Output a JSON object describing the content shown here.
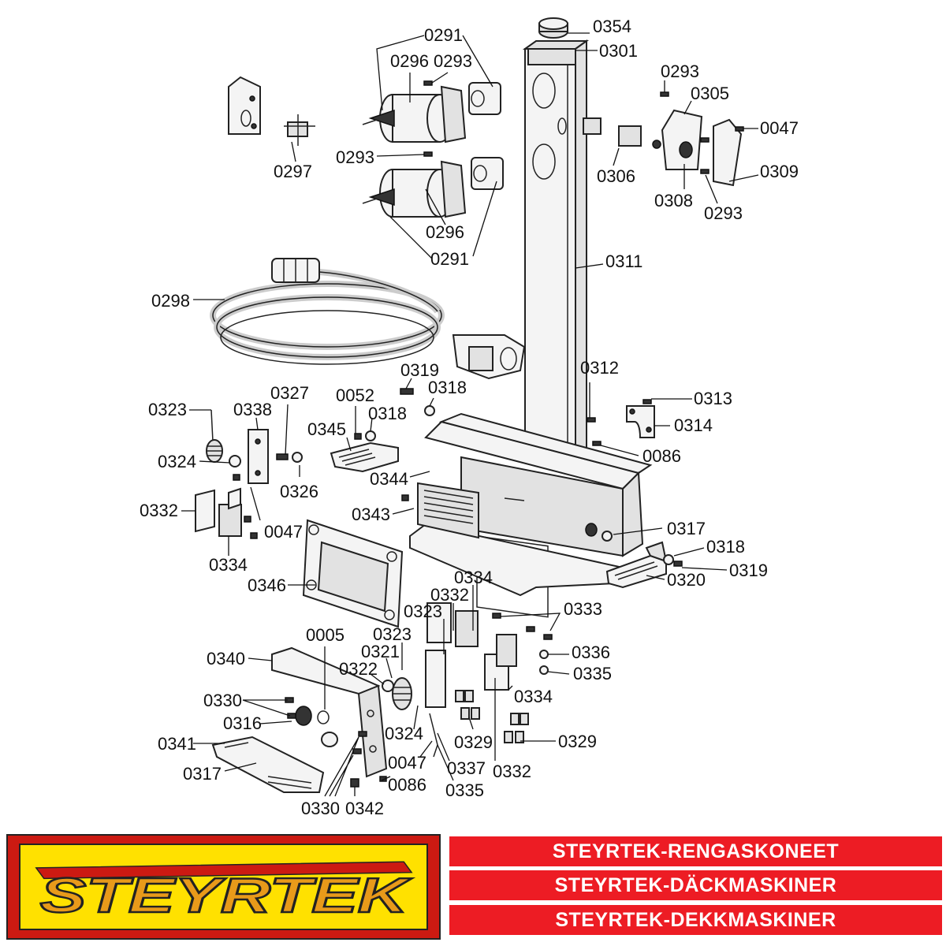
{
  "labels": [
    {
      "id": "0354",
      "text": "0354"
    },
    {
      "id": "0301",
      "text": "0301"
    },
    {
      "id": "0291-top",
      "text": "0291"
    },
    {
      "id": "0296-top",
      "text": "0296"
    },
    {
      "id": "0293-a",
      "text": "0293"
    },
    {
      "id": "0293-b",
      "text": "0293"
    },
    {
      "id": "0305",
      "text": "0305"
    },
    {
      "id": "0047-a",
      "text": "0047"
    },
    {
      "id": "0309",
      "text": "0309"
    },
    {
      "id": "0306",
      "text": "0306"
    },
    {
      "id": "0308",
      "text": "0308"
    },
    {
      "id": "0293-c",
      "text": "0293"
    },
    {
      "id": "0297",
      "text": "0297"
    },
    {
      "id": "0293-d",
      "text": "0293"
    },
    {
      "id": "0296-bottom",
      "text": "0296"
    },
    {
      "id": "0291-bottom",
      "text": "0291"
    },
    {
      "id": "0311",
      "text": "0311"
    },
    {
      "id": "0298",
      "text": "0298"
    },
    {
      "id": "0312",
      "text": "0312"
    },
    {
      "id": "0319-a",
      "text": "0319"
    },
    {
      "id": "0318-a",
      "text": "0318"
    },
    {
      "id": "0313",
      "text": "0313"
    },
    {
      "id": "0052",
      "text": "0052"
    },
    {
      "id": "0318-b",
      "text": "0318"
    },
    {
      "id": "0327",
      "text": "0327"
    },
    {
      "id": "0323-a",
      "text": "0323"
    },
    {
      "id": "0338",
      "text": "0338"
    },
    {
      "id": "0314",
      "text": "0314"
    },
    {
      "id": "0345",
      "text": "0345"
    },
    {
      "id": "0086-a",
      "text": "0086"
    },
    {
      "id": "0324-a",
      "text": "0324"
    },
    {
      "id": "0344",
      "text": "0344"
    },
    {
      "id": "0326",
      "text": "0326"
    },
    {
      "id": "0332-a",
      "text": "0332"
    },
    {
      "id": "0343",
      "text": "0343"
    },
    {
      "id": "0317-a",
      "text": "0317"
    },
    {
      "id": "0047-b",
      "text": "0047"
    },
    {
      "id": "0318-c",
      "text": "0318"
    },
    {
      "id": "0334-a",
      "text": "0334"
    },
    {
      "id": "0319-b",
      "text": "0319"
    },
    {
      "id": "0320",
      "text": "0320"
    },
    {
      "id": "0346",
      "text": "0346"
    },
    {
      "id": "0334-b",
      "text": "0334"
    },
    {
      "id": "0332-b",
      "text": "0332"
    },
    {
      "id": "0323-b",
      "text": "0323"
    },
    {
      "id": "0333",
      "text": "0333"
    },
    {
      "id": "0005",
      "text": "0005"
    },
    {
      "id": "0323-c",
      "text": "0323"
    },
    {
      "id": "0340",
      "text": "0340"
    },
    {
      "id": "0321",
      "text": "0321"
    },
    {
      "id": "0336",
      "text": "0336"
    },
    {
      "id": "0322",
      "text": "0322"
    },
    {
      "id": "0335-a",
      "text": "0335"
    },
    {
      "id": "0334-c",
      "text": "0334"
    },
    {
      "id": "0330-a",
      "text": "0330"
    },
    {
      "id": "0316",
      "text": "0316"
    },
    {
      "id": "0324-b",
      "text": "0324"
    },
    {
      "id": "0329-a",
      "text": "0329"
    },
    {
      "id": "0329-b",
      "text": "0329"
    },
    {
      "id": "0341",
      "text": "0341"
    },
    {
      "id": "0047-c",
      "text": "0047"
    },
    {
      "id": "0337",
      "text": "0337"
    },
    {
      "id": "0317-b",
      "text": "0317"
    },
    {
      "id": "0332-c",
      "text": "0332"
    },
    {
      "id": "0086-b",
      "text": "0086"
    },
    {
      "id": "0335-b",
      "text": "0335"
    },
    {
      "id": "0330-b",
      "text": "0330"
    },
    {
      "id": "0342",
      "text": "0342"
    }
  ],
  "footer": {
    "logo_text": "STEYRTEK",
    "bars": [
      "STEYRTEK-RENGASKONEET",
      "STEYRTEK-DÄCKMASKINER",
      "STEYRTEK-DEKKMASKINER"
    ],
    "colors": {
      "bar_red": "#ed1c24",
      "logo_red": "#cc1a12",
      "logo_yellow": "#ffe100"
    }
  }
}
